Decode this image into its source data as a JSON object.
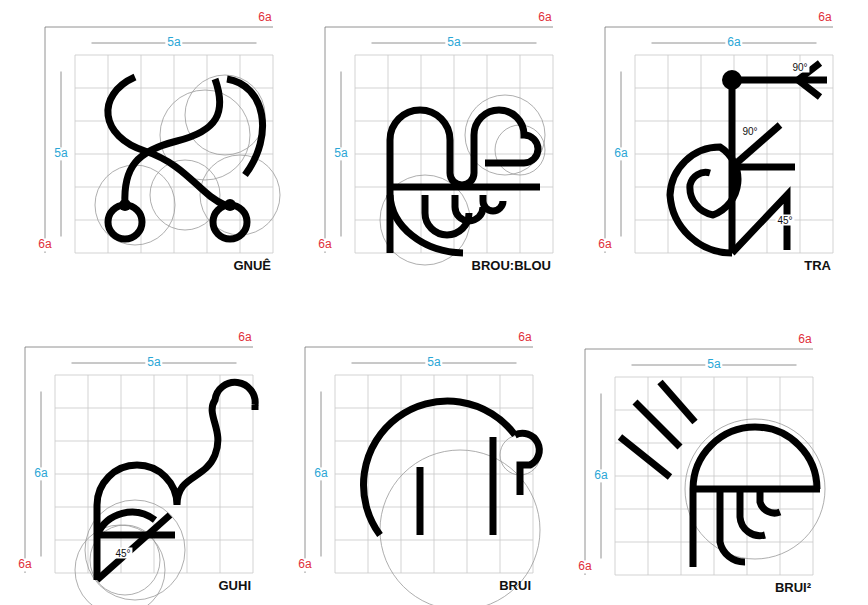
{
  "diagram": {
    "labels": [
      "6a",
      "5a",
      "5a",
      "6a",
      "GNUÊ",
      "6a",
      "5a",
      "5a",
      "6a",
      "BROU:BLOU",
      "6a",
      "6a",
      "6a",
      "6a",
      "90°",
      "90°",
      "45°",
      "TRA",
      "6a",
      "5a",
      "6a",
      "6a",
      "45°",
      "GUHI",
      "6a",
      "5a",
      "6a",
      "6a",
      "BRUI",
      "6a",
      "5a",
      "6a",
      "6a",
      "BRUI²"
    ]
  }
}
